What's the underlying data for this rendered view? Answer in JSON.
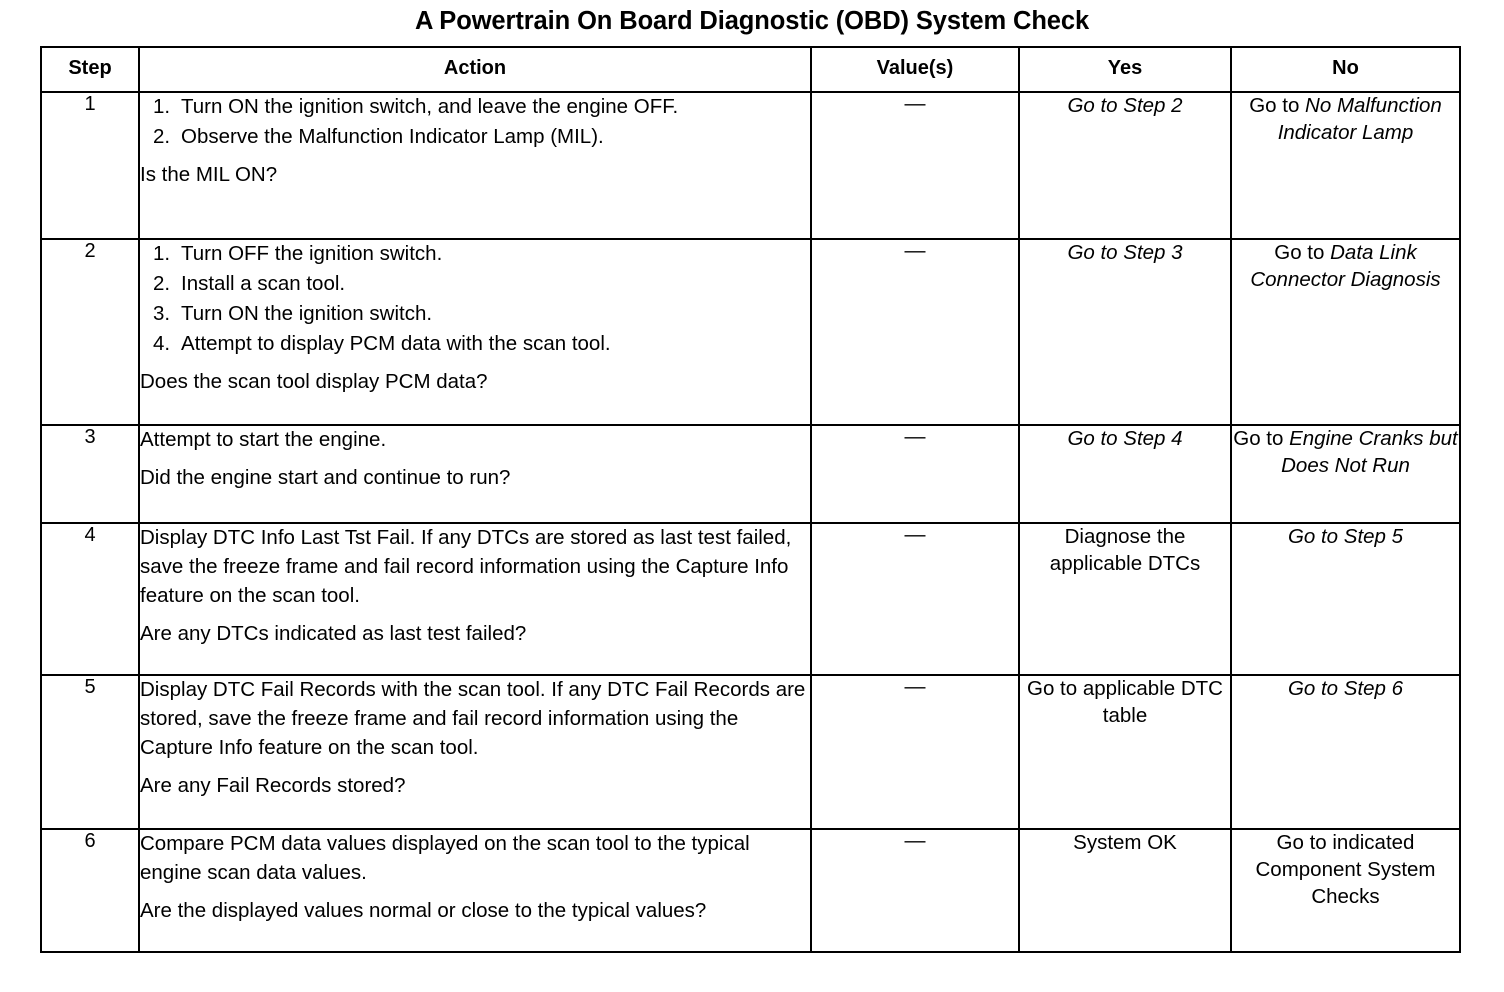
{
  "document": {
    "title": "A Powertrain On Board Diagnostic (OBD) System Check"
  },
  "table": {
    "columns": [
      "Step",
      "Action",
      "Value(s)",
      "Yes",
      "No"
    ],
    "value_dash": "—",
    "rows": [
      {
        "step": "1",
        "action": {
          "items": [
            {
              "num": "1.",
              "text": "Turn ON the ignition switch, and leave the engine OFF."
            },
            {
              "num": "2.",
              "text": "Observe the Malfunction Indicator Lamp (MIL)."
            }
          ],
          "question": "Is the MIL ON?"
        },
        "value": "—",
        "yes": {
          "lead": "",
          "ref": "Go to Step 2"
        },
        "no": {
          "lead": "Go to ",
          "ref": "No Malfunction Indicator Lamp"
        }
      },
      {
        "step": "2",
        "action": {
          "items": [
            {
              "num": "1.",
              "text": "Turn OFF the ignition switch."
            },
            {
              "num": "2.",
              "text": "Install a scan tool."
            },
            {
              "num": "3.",
              "text": "Turn ON the ignition switch."
            },
            {
              "num": "4.",
              "text": "Attempt to display PCM data with the scan tool."
            }
          ],
          "question": "Does the scan tool display PCM data?"
        },
        "value": "—",
        "yes": {
          "lead": "",
          "ref": "Go to Step 3"
        },
        "no": {
          "lead": "Go to ",
          "ref": "Data Link Connector Diagnosis"
        }
      },
      {
        "step": "3",
        "action": {
          "items": [],
          "lines": [
            "Attempt to start the engine."
          ],
          "question": "Did the engine start and continue to run?"
        },
        "value": "—",
        "yes": {
          "lead": "",
          "ref": "Go to Step 4"
        },
        "no": {
          "lead": "Go to ",
          "ref": "Engine Cranks but Does Not Run"
        }
      },
      {
        "step": "4",
        "action": {
          "items": [],
          "lines": [
            "Display DTC Info Last Tst Fail. If any DTCs are stored as last test failed, save the freeze frame and fail record information using the Capture Info feature on the scan tool."
          ],
          "question": "Are any DTCs indicated as last test failed?"
        },
        "value": "—",
        "yes": {
          "lead": "Diagnose the applicable DTCs",
          "ref": ""
        },
        "no": {
          "lead": "",
          "ref": "Go to Step 5"
        }
      },
      {
        "step": "5",
        "action": {
          "items": [],
          "lines": [
            "Display DTC Fail Records with the scan tool. If any DTC Fail Records are stored, save the freeze frame and fail record information using the Capture Info feature on the scan tool."
          ],
          "question": "Are any Fail Records stored?"
        },
        "value": "—",
        "yes": {
          "lead": "Go to applicable DTC table",
          "ref": ""
        },
        "no": {
          "lead": "",
          "ref": "Go to Step 6"
        }
      },
      {
        "step": "6",
        "action": {
          "items": [],
          "lines": [
            "Compare PCM data values displayed on the scan tool to the typical engine scan data values."
          ],
          "question": "Are the displayed values normal or close to the typical values?"
        },
        "value": "—",
        "yes": {
          "lead": "System OK",
          "ref": ""
        },
        "no": {
          "lead": "Go to indicated Component System Checks",
          "ref": ""
        }
      }
    ]
  }
}
